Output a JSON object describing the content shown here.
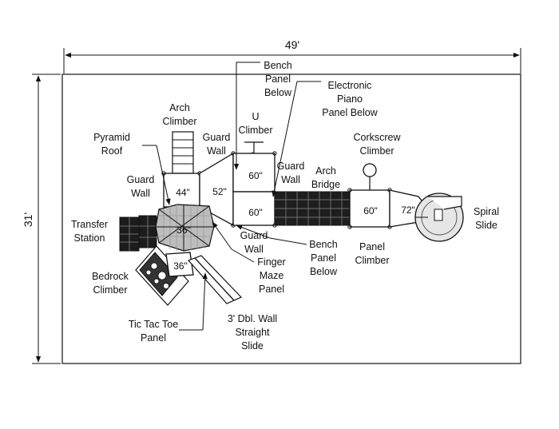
{
  "dimensions": {
    "width_label": "49'",
    "height_label": "31'"
  },
  "decks": {
    "d44": "44\"",
    "d52": "52\"",
    "d36a": "36\"",
    "d36b": "36\"",
    "d60a": "60\"",
    "d60b": "60\"",
    "d60c": "60\"",
    "d72": "72\""
  },
  "labels": {
    "bench_panel_below_top": [
      "Bench",
      "Panel",
      "Below"
    ],
    "electronic_piano": [
      "Electronic",
      "Piano",
      "Panel Below"
    ],
    "arch_climber": [
      "Arch",
      "Climber"
    ],
    "u_climber": [
      "U",
      "Climber"
    ],
    "guard_wall_top": [
      "Guard",
      "Wall"
    ],
    "pyramid_roof": [
      "Pyramid",
      "Roof"
    ],
    "guard_wall_left": [
      "Guard",
      "Wall"
    ],
    "guard_wall_mid": [
      "Guard",
      "Wall"
    ],
    "arch_bridge": [
      "Arch",
      "Bridge"
    ],
    "corkscrew_climber": [
      "Corkscrew",
      "Climber"
    ],
    "transfer_station": [
      "Transfer",
      "Station"
    ],
    "spiral_slide": [
      "Spiral",
      "Slide"
    ],
    "guard_wall_bottom": [
      "Guard",
      "Wall"
    ],
    "bench_panel_below_bottom": [
      "Bench",
      "Panel",
      "Below"
    ],
    "panel_climber": [
      "Panel",
      "Climber"
    ],
    "finger_maze": [
      "Finger",
      "Maze",
      "Panel"
    ],
    "bedrock_climber": [
      "Bedrock",
      "Climber"
    ],
    "tic_tac_toe": [
      "Tic Tac Toe",
      "Panel"
    ],
    "straight_slide": [
      "3' Dbl. Wall",
      "Straight",
      "Slide"
    ]
  }
}
